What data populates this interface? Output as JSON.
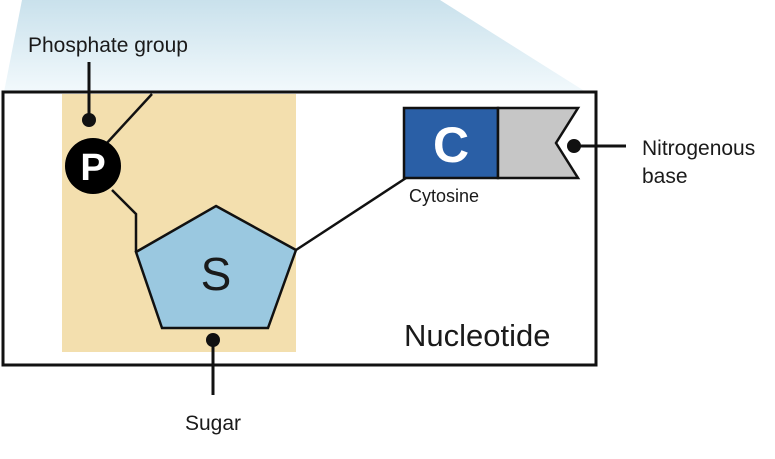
{
  "labels": {
    "phosphate": "Phosphate group",
    "sugar": "Sugar",
    "nitrogenous_line1": "Nitrogenous",
    "nitrogenous_line2": "base",
    "nucleotide": "Nucleotide"
  },
  "components": {
    "phosphate_letter": "P",
    "sugar_letter": "S",
    "base_letter": "C",
    "base_name": "Cytosine"
  },
  "colors": {
    "highlight_fill": "#f3dfae",
    "sugar_fill": "#9ac8e0",
    "base_fill": "#2a5fa6",
    "base_tail_fill": "#c6c6c6",
    "phosphate_fill": "#000000",
    "zoom_gradient_top": "#cfe5ef",
    "zoom_gradient_bottom": "#eef7fb"
  }
}
